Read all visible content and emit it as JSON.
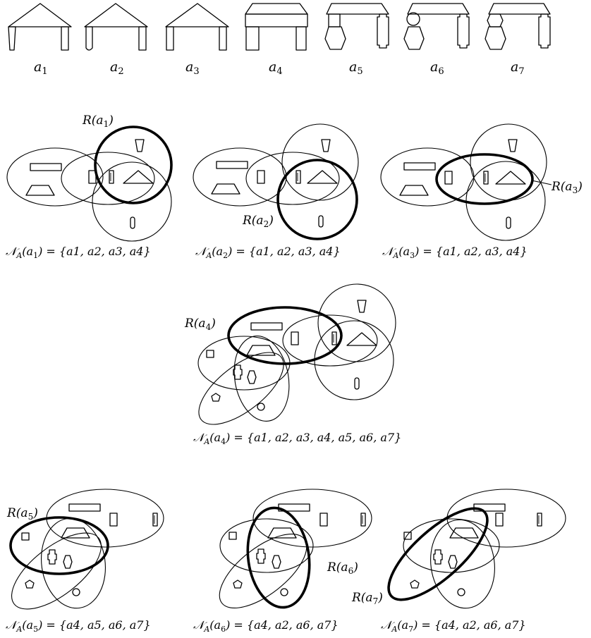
{
  "pieces": [
    "a1",
    "a2",
    "a3",
    "a4",
    "a5",
    "a6",
    "a7"
  ],
  "shape_labels": [
    {
      "base": "a",
      "sub": "1"
    },
    {
      "base": "a",
      "sub": "2"
    },
    {
      "base": "a",
      "sub": "3"
    },
    {
      "base": "a",
      "sub": "4"
    },
    {
      "base": "a",
      "sub": "5"
    },
    {
      "base": "a",
      "sub": "6"
    },
    {
      "base": "a",
      "sub": "7"
    }
  ],
  "regions": [
    {
      "text": "R(a",
      "sub": "1",
      "close": ")"
    },
    {
      "text": "R(a",
      "sub": "2",
      "close": ")"
    },
    {
      "text": "R(a",
      "sub": "3",
      "close": ")"
    },
    {
      "text": "R(a",
      "sub": "4",
      "close": ")"
    },
    {
      "text": "R(a",
      "sub": "5",
      "close": ")"
    },
    {
      "text": "R(a",
      "sub": "6",
      "close": ")"
    },
    {
      "text": "R(a",
      "sub": "7",
      "close": ")"
    }
  ],
  "neighborhoods": [
    {
      "lhs": "𝒩",
      "sub": "A",
      "arg": "(a",
      "argsub": "1",
      "rhs": ") = {a1, a2, a3, a4}"
    },
    {
      "lhs": "𝒩",
      "sub": "A",
      "arg": "(a",
      "argsub": "2",
      "rhs": ") = {a1, a2, a3, a4}"
    },
    {
      "lhs": "𝒩",
      "sub": "A",
      "arg": "(a",
      "argsub": "3",
      "rhs": ") = {a1, a2, a3, a4}"
    },
    {
      "lhs": "𝒩",
      "sub": "A",
      "arg": "(a",
      "argsub": "4",
      "rhs": ") = {a1, a2, a3, a4, a5, a6, a7}"
    },
    {
      "lhs": "𝒩",
      "sub": "A",
      "arg": "(a",
      "argsub": "5",
      "rhs": ") = {a4, a5, a6, a7}"
    },
    {
      "lhs": "𝒩",
      "sub": "A",
      "arg": "(a",
      "argsub": "6",
      "rhs": ") = {a4, a2, a6, a7}"
    },
    {
      "lhs": "𝒩",
      "sub": "A",
      "arg": "(a",
      "argsub": "7",
      "rhs": ") = {a4, a2, a6, a7}"
    }
  ]
}
